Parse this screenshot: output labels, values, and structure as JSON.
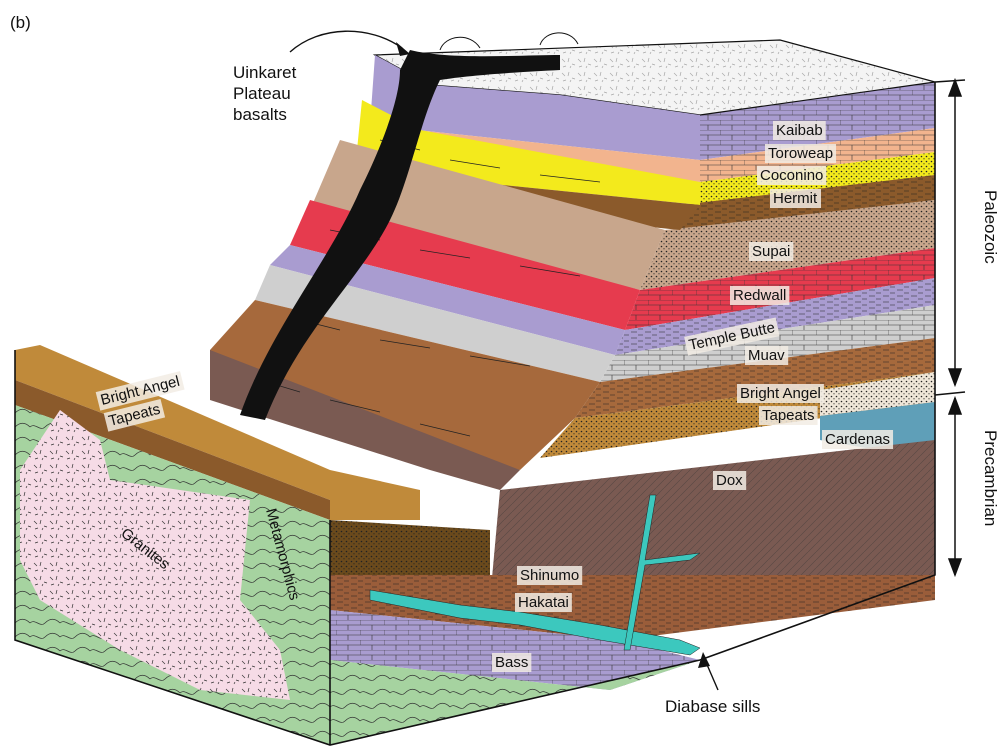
{
  "panel_label": "(b)",
  "labels": {
    "basalts_line1": "Uinkaret",
    "basalts_line2": "Plateau",
    "basalts_line3": "basalts",
    "paleozoic": "Paleozoic",
    "precambrian": "Precambrian",
    "diabase_sills": "Diabase sills",
    "granites": "Granites",
    "metamorphics": "Metamorphics"
  },
  "formations": [
    {
      "name": "Kaibab",
      "color": "#a99cd0"
    },
    {
      "name": "Toroweap",
      "color": "#f2b48e"
    },
    {
      "name": "Coconino",
      "color": "#f3ea1c"
    },
    {
      "name": "Hermit",
      "color": "#8b5a2b"
    },
    {
      "name": "Supai",
      "color": "#c8a68c"
    },
    {
      "name": "Redwall",
      "color": "#e63b4e"
    },
    {
      "name": "Temple Butte",
      "color": "#a99cd0"
    },
    {
      "name": "Muav",
      "color": "#cfcfcf"
    },
    {
      "name": "Bright Angel",
      "color": "#a6693c"
    },
    {
      "name": "Tapeats",
      "color": "#c08a3a"
    },
    {
      "name": "Cardenas",
      "color": "#5f9fb8"
    },
    {
      "name": "Dox",
      "color": "#7a5a52"
    },
    {
      "name": "Shinumo",
      "color": "#6b4a1c"
    },
    {
      "name": "Hakatai",
      "color": "#9a5d3a"
    },
    {
      "name": "Bass",
      "color": "#a99cd0"
    }
  ],
  "foreground_labels": {
    "bright_angel": "Bright Angel",
    "tapeats": "Tapeats"
  },
  "colors": {
    "basalt": "#111111",
    "diabase": "#3cc8be",
    "granite": "#f6dbe6",
    "metamorphic": "#a6d3a0",
    "plateau_top": "#f4f4f4"
  }
}
